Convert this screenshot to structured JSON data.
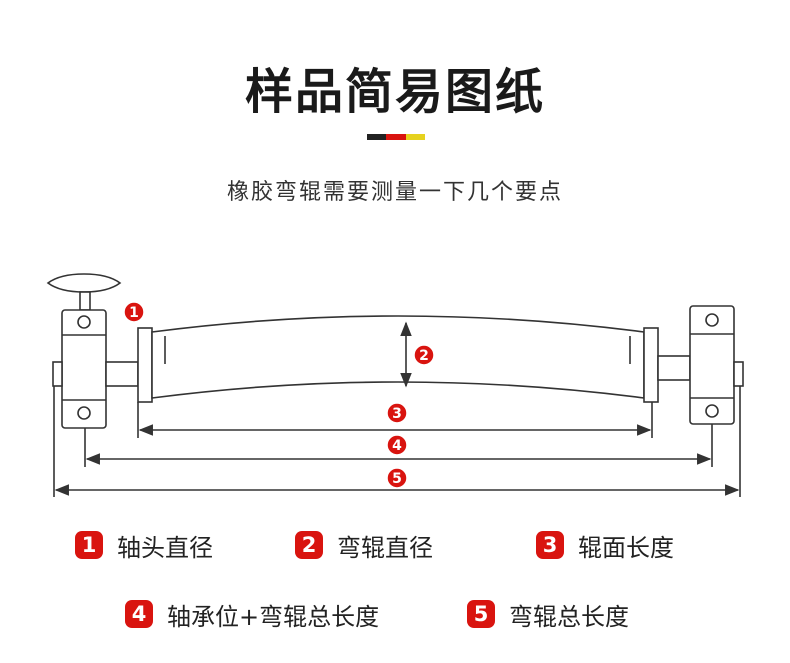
{
  "header": {
    "title": "样品简易图纸",
    "subtitle": "橡胶弯辊需要测量一下几个要点",
    "accent_colors": [
      "#222222",
      "#d9140f",
      "#e6d21e"
    ]
  },
  "diagram": {
    "markers": [
      "1",
      "2",
      "3",
      "4",
      "5"
    ],
    "marker_color": "#d9140f",
    "line_color": "#333333"
  },
  "legend": [
    {
      "num": "1",
      "label": "轴头直径"
    },
    {
      "num": "2",
      "label": "弯辊直径"
    },
    {
      "num": "3",
      "label": "辊面长度"
    },
    {
      "num": "4",
      "label": "轴承位+弯辊总长度"
    },
    {
      "num": "5",
      "label": "弯辊总长度"
    }
  ]
}
